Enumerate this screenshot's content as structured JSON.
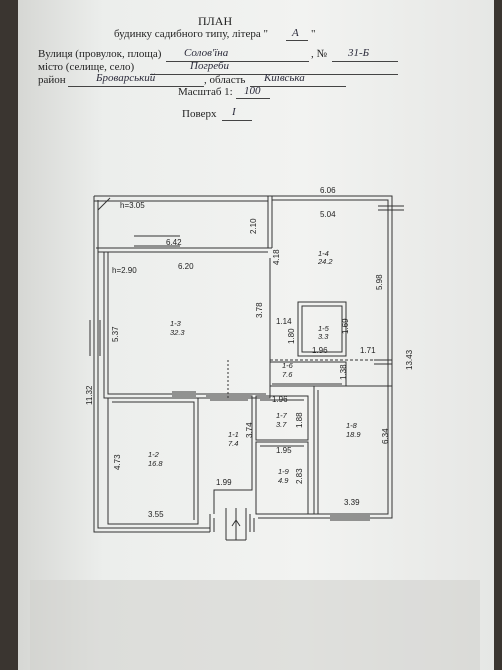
{
  "header": {
    "title": "ПЛАН",
    "subtitle_prefix": "будинку садибного типу, літера \"",
    "subtitle_letter": "А",
    "subtitle_suffix": "\"",
    "street_label": "Вулиця (провулок, площа)",
    "street_value": "Солов'їна",
    "number_label": ", №",
    "number_value": "31-Б",
    "city_label": "місто (селище, село)",
    "city_value": "Погреби",
    "district_label": "район",
    "district_value": "Броварський",
    "oblast_label": ", область",
    "oblast_value": "Київська",
    "scale_label": "Масштаб 1:",
    "scale_value": "100",
    "floor_label": "Поверх",
    "floor_value": "I"
  },
  "plan": {
    "dimensions": {
      "h_top": "h=3.05",
      "top_right_outer": "6.06",
      "top_right_inner": "5.04",
      "d_210": "2.10",
      "top_left_outer": "6.42",
      "top_left_inner": "6.20",
      "h_main": "h=2.90",
      "d_418": "4.18",
      "d_598": "5.98",
      "d_537": "5.37",
      "d_378": "3.78",
      "d_114": "1.14",
      "d_180": "1.80",
      "d_169": "1.69",
      "d_196a": "1.96",
      "d_171": "1.71",
      "d_1343": "13.43",
      "d_1132": "11.32",
      "d_138": "1.38",
      "d_196b": "1.96",
      "d_188": "1.88",
      "d_374": "3.74",
      "d_634": "6.34",
      "d_473": "4.73",
      "d_195": "1.95",
      "d_283": "2.83",
      "d_199": "1.99",
      "d_355": "3.55",
      "d_339": "3.39"
    },
    "rooms": [
      {
        "id": "1-4",
        "area": "24.2"
      },
      {
        "id": "1-3",
        "area": "32.3"
      },
      {
        "id": "1-5",
        "area": "3.3"
      },
      {
        "id": "1-6",
        "area": "7.6"
      },
      {
        "id": "1-7",
        "area": "3.7"
      },
      {
        "id": "1-1",
        "area": "7.4"
      },
      {
        "id": "1-2",
        "area": "16.8"
      },
      {
        "id": "1-8",
        "area": "18.9"
      },
      {
        "id": "1-9",
        "area": "4.9"
      }
    ]
  }
}
